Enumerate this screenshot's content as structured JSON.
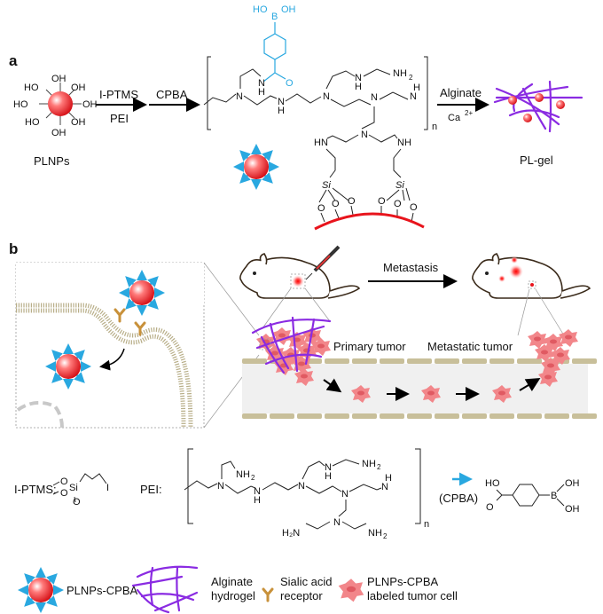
{
  "figure": {
    "panel_a": {
      "label": "a",
      "start_material": "PLNPs",
      "hydroxyl": "OH",
      "hydroxyl_left": "HO",
      "step1_top": "I-PTMS",
      "step1_bottom": "PEI",
      "step2_top": "CPBA",
      "step3_top": "Alginate",
      "step3_bottom_base": "Ca",
      "step3_bottom_sup": "2+",
      "product": "PL-gel",
      "boronic": {
        "ho": "HO",
        "b": "B",
        "oh": "OH",
        "o": "O"
      },
      "atoms": {
        "N": "N",
        "H": "H",
        "NH2": "NH",
        "sub2": "2",
        "HN": "HN",
        "NH": "NH",
        "Si": "Si",
        "O": "O"
      },
      "repeat": "n"
    },
    "panel_b": {
      "label": "b",
      "process": "Metastasis",
      "primary": "Primary tumor",
      "metastatic": "Metastatic tumor"
    },
    "structures": {
      "iptms_label": "I-PTMS:",
      "iptms_iodine": "I",
      "pei_label": "PEI:",
      "cpba_label": "(CPBA)",
      "ho": "HO",
      "oh": "OH",
      "o": "O",
      "b": "B",
      "n": "n"
    },
    "legend": [
      {
        "icon": "plnp-cpba-icon",
        "text": [
          "PLNPs-CPBA"
        ]
      },
      {
        "icon": "alginate-hydrogel-icon",
        "text": [
          "Alginate",
          "hydrogel"
        ]
      },
      {
        "icon": "sialic-acid-receptor-icon",
        "text": [
          "Sialic acid",
          "receptor"
        ]
      },
      {
        "icon": "labeled-tumor-cell-icon",
        "text": [
          "PLNPs-CPBA",
          "labeled tumor cell"
        ]
      }
    ],
    "colors": {
      "nanoparticle": "#e8141c",
      "cpba_arrows": "#29a8e0",
      "hydrogel": "#8a2be2",
      "receptor": "#c8913a",
      "tumor_cell": "#f2868a",
      "vessel_wall": "#c8bf9a",
      "cell_background": "#f0f0f0"
    }
  }
}
